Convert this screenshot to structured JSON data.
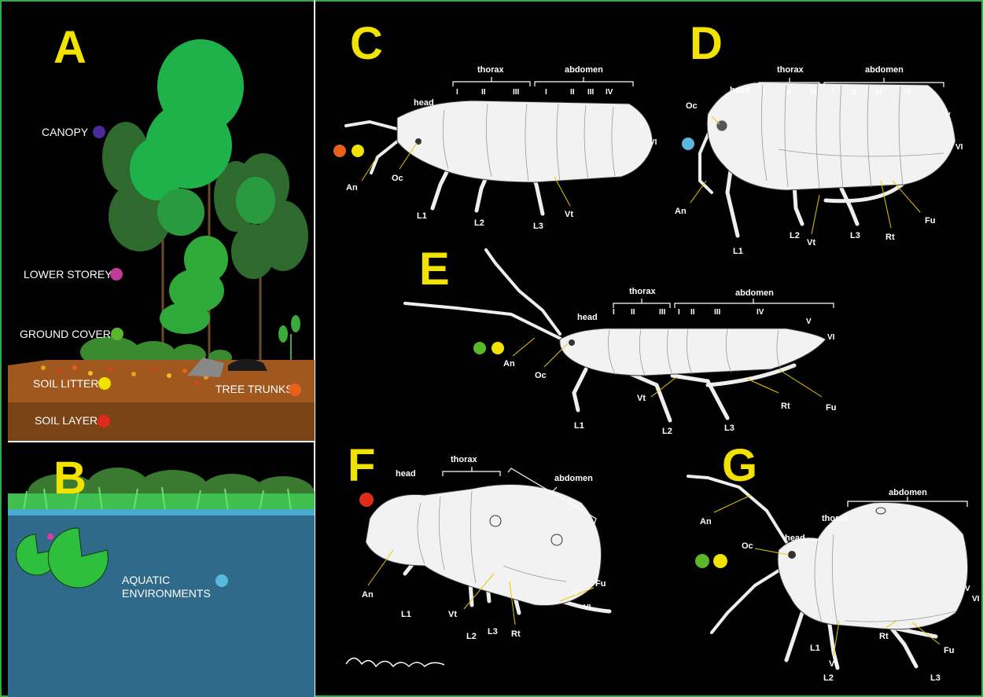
{
  "panels": {
    "A": {
      "label": "A"
    },
    "B": {
      "label": "B"
    },
    "C": {
      "label": "C"
    },
    "D": {
      "label": "D"
    },
    "E": {
      "label": "E"
    },
    "F": {
      "label": "F"
    },
    "G": {
      "label": "G"
    }
  },
  "habitats": {
    "canopy": {
      "label": "CANOPY",
      "color": "#4a2a9a"
    },
    "lower_storey": {
      "label": "LOWER  STOREY",
      "color": "#c23a9a"
    },
    "ground_cover": {
      "label": "GROUND COVER",
      "color": "#5ab82a"
    },
    "soil_litter": {
      "label": "SOIL LITTER",
      "color": "#f2e200"
    },
    "tree_trunks": {
      "label": "TREE TRUNKS",
      "color": "#e8601a"
    },
    "soil_layer": {
      "label": "SOIL LAYER",
      "color": "#e02a1a"
    },
    "aquatic_line1": {
      "label": "AQUATIC"
    },
    "aquatic_line2": {
      "label": "ENVIRONMENTS"
    },
    "aquatic": {
      "color": "#5ab8e0"
    }
  },
  "anatomy": {
    "head": "head",
    "thorax": "thorax",
    "abdomen": "abdomen",
    "An": "An",
    "Oc": "Oc",
    "Vt": "Vt",
    "Rt": "Rt",
    "Fu": "Fu",
    "L1": "L1",
    "L2": "L2",
    "L3": "L3",
    "I": "I",
    "II": "II",
    "III": "III",
    "IV": "IV",
    "V": "V",
    "VI": "VI"
  },
  "colors": {
    "background": "#000000",
    "panel_label": "#f2e200",
    "water": "#2f6a8a",
    "soil_brown": "#8a4a1a",
    "frame_green": "#3aa84a"
  }
}
